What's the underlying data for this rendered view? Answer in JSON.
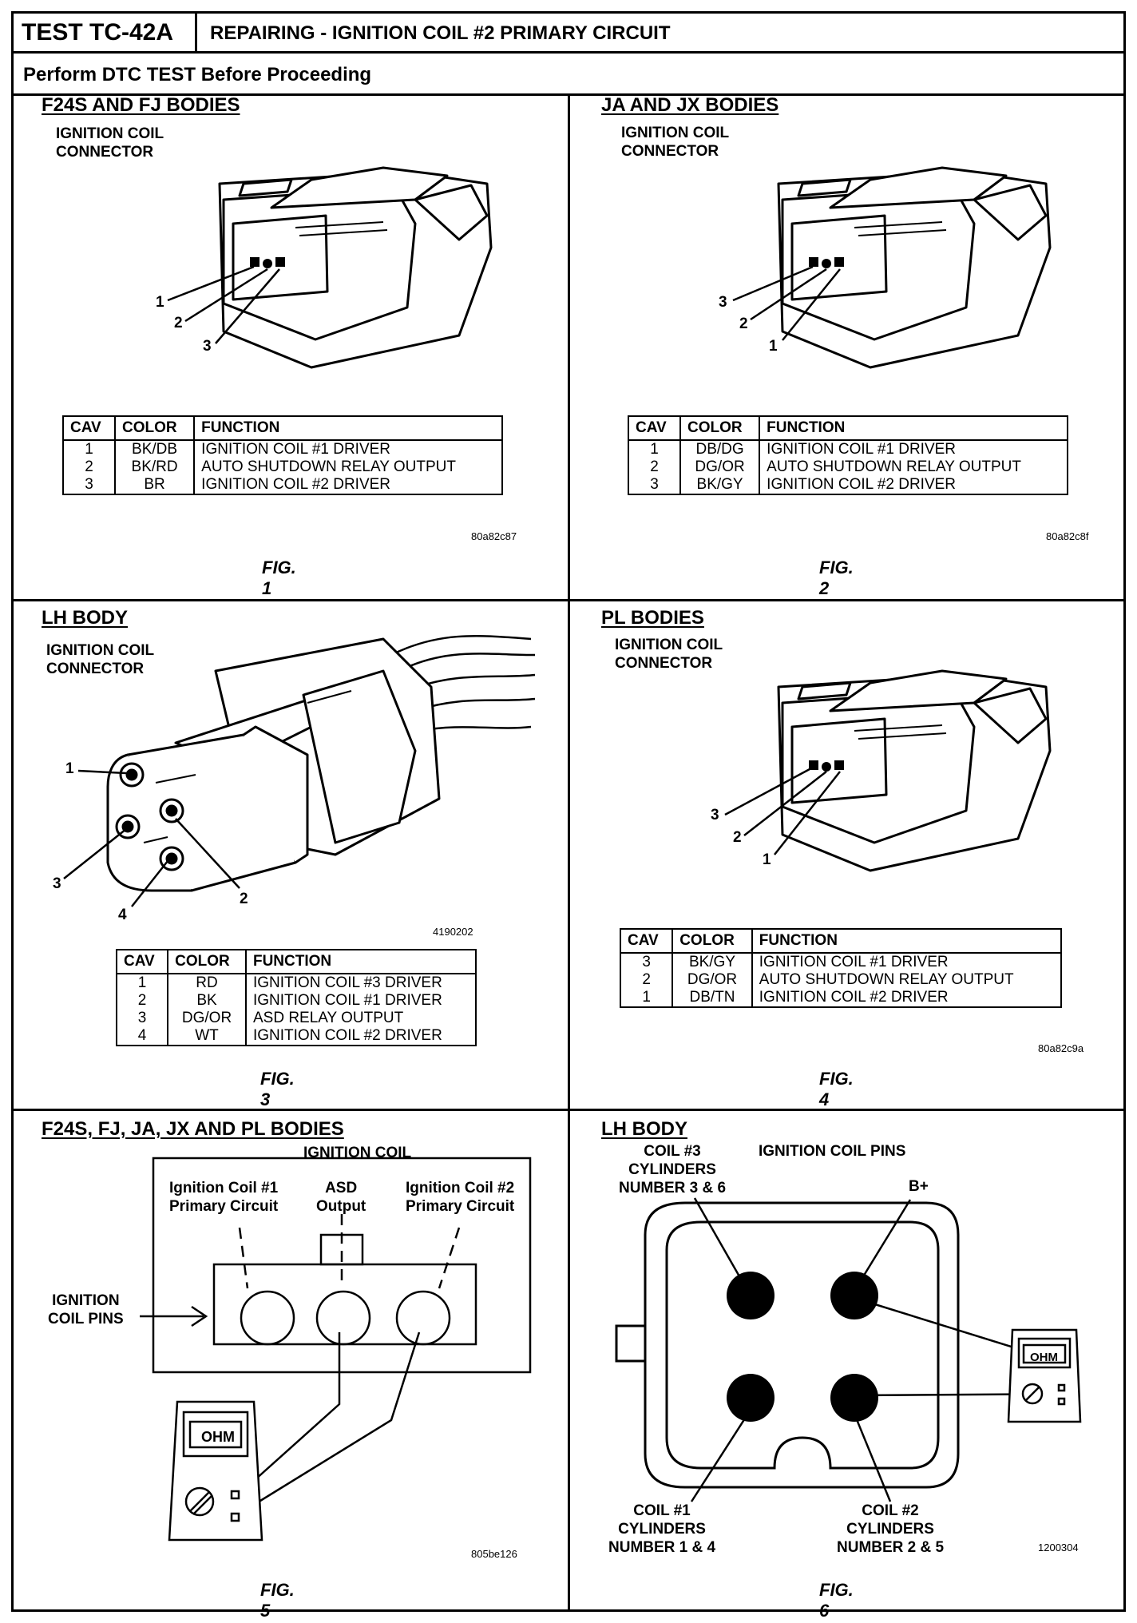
{
  "header": {
    "test_id": "TEST TC-42A",
    "title": "REPAIRING - IGNITION COIL #2 PRIMARY CIRCUIT",
    "subtitle": "Perform DTC TEST Before Proceeding"
  },
  "panels": [
    {
      "title": "F24S AND FJ BODIES",
      "connector_label": "IGNITION COIL\nCONNECTOR",
      "pins": [
        "1",
        "2",
        "3"
      ],
      "table": {
        "headers": [
          "CAV",
          "COLOR",
          "FUNCTION"
        ],
        "rows": [
          [
            "1",
            "BK/DB",
            "IGNITION COIL #1 DRIVER"
          ],
          [
            "2",
            "BK/RD",
            "AUTO SHUTDOWN RELAY OUTPUT"
          ],
          [
            "3",
            "BR",
            "IGNITION COIL #2 DRIVER"
          ]
        ]
      },
      "code": "80a82c87",
      "caption": "FIG. 1"
    },
    {
      "title": "JA AND JX BODIES",
      "connector_label": "IGNITION COIL\nCONNECTOR",
      "pins": [
        "3",
        "2",
        "1"
      ],
      "table": {
        "headers": [
          "CAV",
          "COLOR",
          "FUNCTION"
        ],
        "rows": [
          [
            "1",
            "DB/DG",
            "IGNITION COIL #1 DRIVER"
          ],
          [
            "2",
            "DG/OR",
            "AUTO SHUTDOWN RELAY OUTPUT"
          ],
          [
            "3",
            "BK/GY",
            "IGNITION COIL #2 DRIVER"
          ]
        ]
      },
      "code": "80a82c8f",
      "caption": "FIG. 2"
    },
    {
      "title": "LH BODY",
      "connector_label": "IGNITION COIL\nCONNECTOR",
      "pins": [
        "1",
        "2",
        "3",
        "4"
      ],
      "table": {
        "headers": [
          "CAV",
          "COLOR",
          "FUNCTION"
        ],
        "rows": [
          [
            "1",
            "RD",
            "IGNITION COIL #3 DRIVER"
          ],
          [
            "2",
            "BK",
            "IGNITION COIL #1 DRIVER"
          ],
          [
            "3",
            "DG/OR",
            "ASD RELAY OUTPUT"
          ],
          [
            "4",
            "WT",
            "IGNITION COIL #2 DRIVER"
          ]
        ]
      },
      "code": "4190202",
      "caption": "FIG. 3"
    },
    {
      "title": "PL BODIES",
      "connector_label": "IGNITION COIL\nCONNECTOR",
      "pins": [
        "3",
        "2",
        "1"
      ],
      "table": {
        "headers": [
          "CAV",
          "COLOR",
          "FUNCTION"
        ],
        "rows": [
          [
            "3",
            "BK/GY",
            "IGNITION COIL #1 DRIVER"
          ],
          [
            "2",
            "DG/OR",
            "AUTO SHUTDOWN RELAY OUTPUT"
          ],
          [
            "1",
            "DB/TN",
            "IGNITION COIL #2 DRIVER"
          ]
        ]
      },
      "code": "80a82c9a",
      "caption": "FIG. 4"
    },
    {
      "title": "F24S, FJ, JA, JX AND PL BODIES",
      "coil_label": "IGNITION COIL",
      "coil1_label": "Ignition Coil #1\nPrimary Circuit",
      "asd_label": "ASD\nOutput",
      "coil2_label": "Ignition Coil #2\nPrimary Circuit",
      "pins_label": "IGNITION\nCOIL PINS",
      "meter_label": "OHM",
      "code": "805be126",
      "caption": "FIG. 5"
    },
    {
      "title": "LH BODY",
      "pins_label": "IGNITION COIL PINS",
      "coil3_label": "COIL #3\nCYLINDERS\nNUMBER 3 & 6",
      "bplus_label": "B+",
      "coil1_label": "COIL #1\nCYLINDERS\nNUMBER 1 & 4",
      "coil2_label": "COIL #2\nCYLINDERS\nNUMBER 2 & 5",
      "meter_label": "OHM",
      "code": "1200304",
      "caption": "FIG. 6"
    }
  ]
}
